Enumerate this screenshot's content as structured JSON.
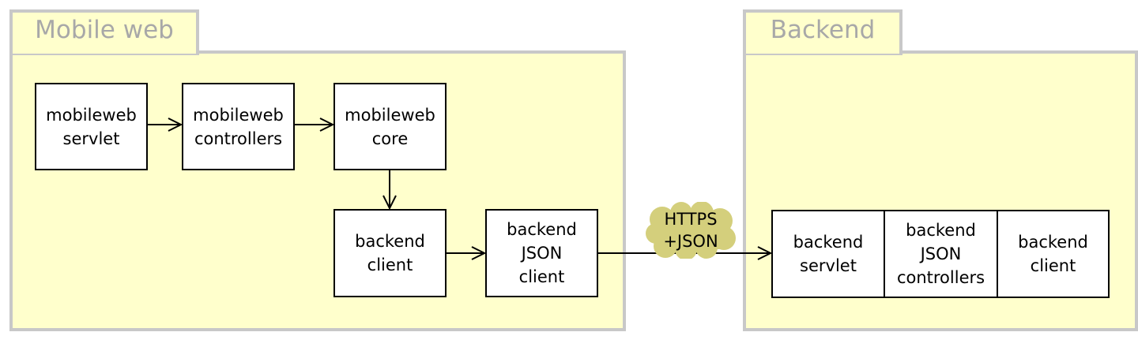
{
  "packages": {
    "mobile_web": {
      "title": "Mobile web"
    },
    "backend": {
      "title": "Backend"
    }
  },
  "nodes": {
    "mobileweb_servlet": "mobileweb\nservlet",
    "mobileweb_controllers": "mobileweb\ncontrollers",
    "mobileweb_core": "mobileweb\ncore",
    "backend_client_mw": "backend\nclient",
    "backend_json_client": "backend\nJSON\nclient",
    "backend_servlet": "backend\nservlet",
    "backend_json_controllers": "backend\nJSON\ncontrollers",
    "backend_client_be": "backend\nclient"
  },
  "connector": {
    "label": "HTTPS\n+JSON"
  },
  "colors": {
    "package_fill": "#ffffcc",
    "package_border": "#c8c8c8",
    "cloud": "#d4cf7c"
  }
}
